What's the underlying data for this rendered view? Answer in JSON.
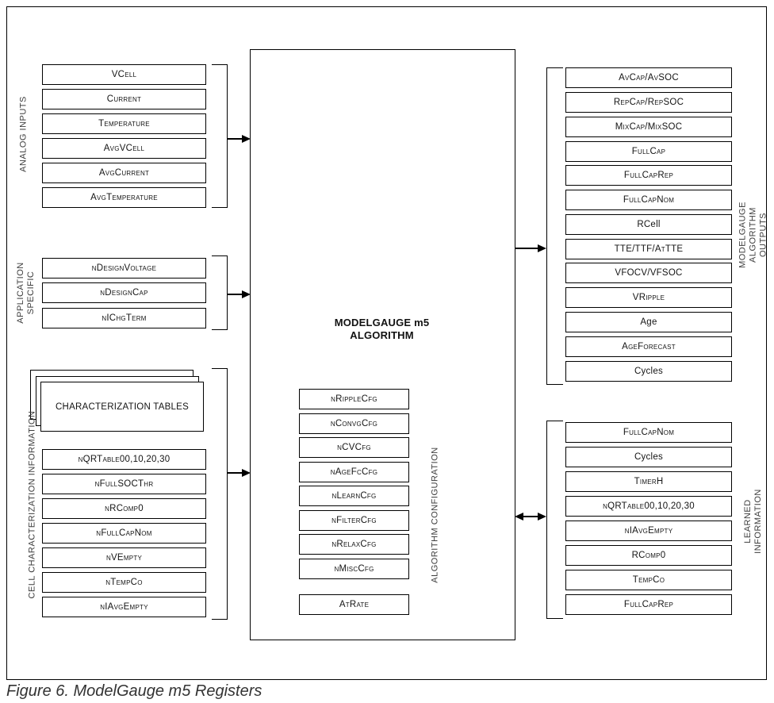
{
  "figure": {
    "caption": "Figure 6. ModelGauge m5 Registers"
  },
  "center": {
    "title_line1": "MODELGAUGE m5",
    "title_line2": "ALGORITHM",
    "config_label": "ALGORITHM CONFIGURATION",
    "config_registers": [
      "nRippleCfg",
      "nConvgCfg",
      "nCVCfg",
      "nAgeFcCfg",
      "nLearnCfg",
      "nFilterCfg",
      "nRelaxCfg",
      "nMiscCfg"
    ],
    "standalone_register": "AtRate"
  },
  "left_groups": [
    {
      "id": "analog-inputs",
      "label_lines": [
        "ANALOG INPUTS"
      ],
      "registers": [
        "VCell",
        "Current",
        "Temperature",
        "AvgVCell",
        "AvgCurrent",
        "AvgTemperature"
      ]
    },
    {
      "id": "application-specific",
      "label_lines": [
        "APPLICATION",
        "SPECIFIC"
      ],
      "registers": [
        "nDesignVoltage",
        "nDesignCap",
        "nIChgTerm"
      ]
    },
    {
      "id": "cell-characterization",
      "label_lines": [
        "CELL CHARACTERIZATION INFORMATION"
      ],
      "stacked_box_label": "CHARACTERIZATION TABLES",
      "registers": [
        "nQRTable00,10,20,30",
        "nFullSOCThr",
        "nRComp0",
        "nFullCapNom",
        "nVEmpty",
        "nTempCo",
        "nIAvgEmpty"
      ]
    }
  ],
  "right_groups": [
    {
      "id": "algorithm-outputs",
      "label_lines": [
        "MODELGAUGE ALGORITHM OUTPUTS"
      ],
      "registers": [
        "AvCap/AvSOC",
        "RepCap/RepSOC",
        "MixCap/MixSOC",
        "FullCap",
        "FullCapRep",
        "FullCapNom",
        "RCell",
        "TTE/TTF/AtTTE",
        "VFOCV/VFSOC",
        "VRipple",
        "Age",
        "AgeForecast",
        "Cycles"
      ]
    },
    {
      "id": "learned-information",
      "label_lines": [
        "LEARNED INFORMATION"
      ],
      "registers": [
        "FullCapNom",
        "Cycles",
        "TimerH",
        "nQRTable00,10,20,30",
        "nIAvgEmpty",
        "RComp0",
        "TempCo",
        "FullCapRep"
      ]
    }
  ]
}
